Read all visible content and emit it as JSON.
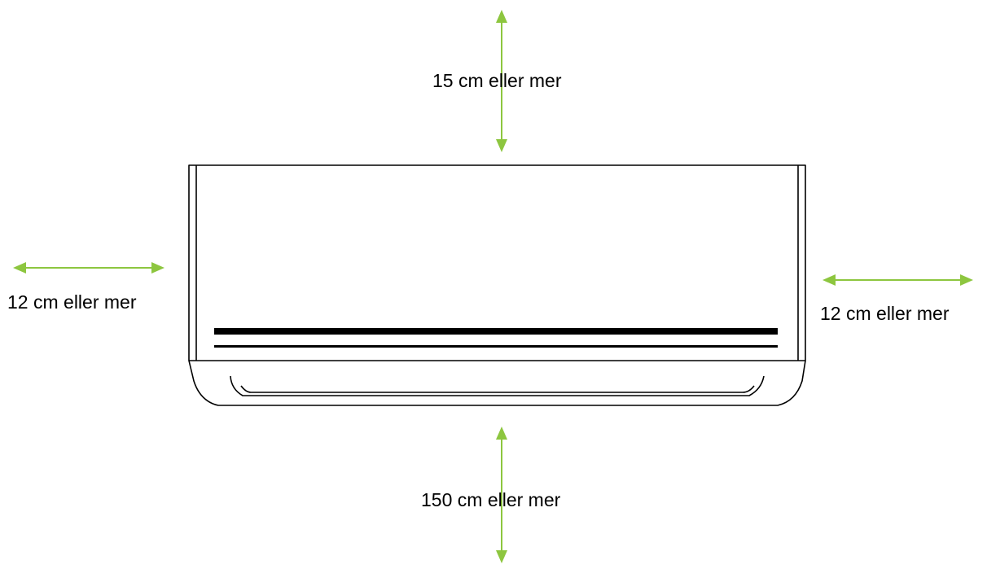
{
  "colors": {
    "arrow": "#8DC63F",
    "outline": "#000000",
    "background": "#FFFFFF"
  },
  "labels": {
    "top_clearance": "15 cm eller mer",
    "left_clearance": "12 cm eller mer",
    "right_clearance": "12 cm eller mer",
    "bottom_clearance": "150 cm eller mer"
  }
}
